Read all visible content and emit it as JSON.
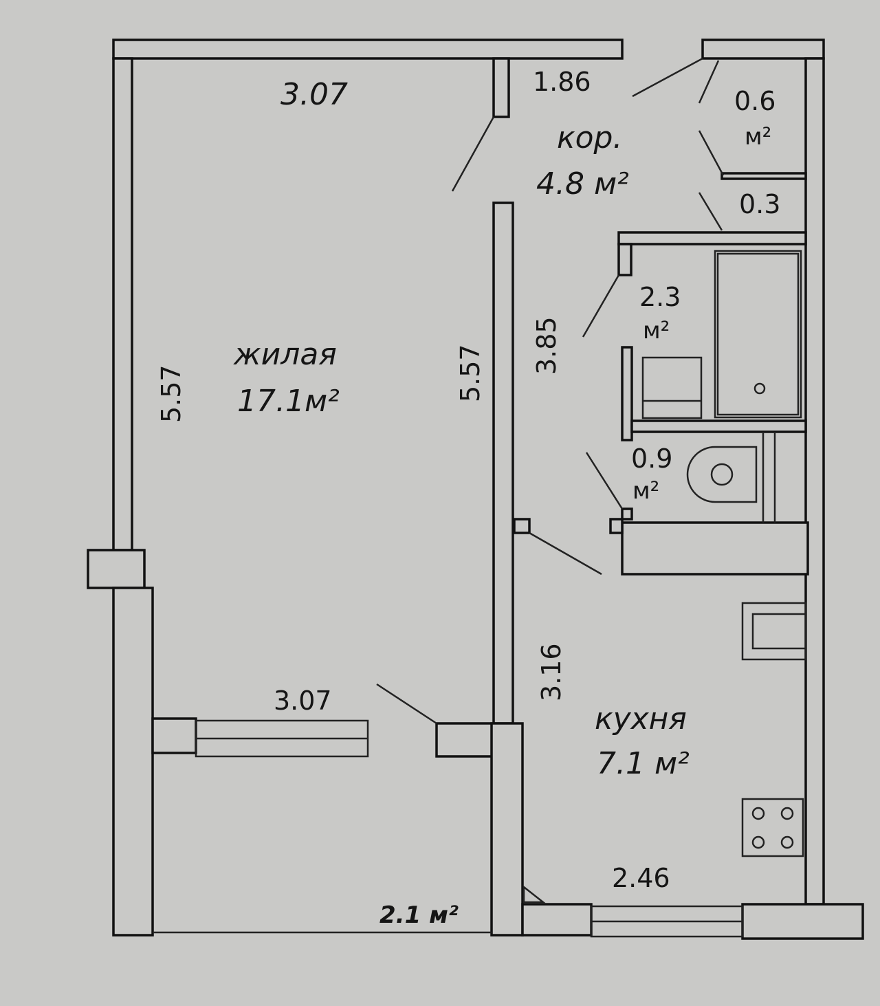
{
  "rooms": {
    "living": {
      "name": "жилая",
      "area": "17.1м²"
    },
    "corridor": {
      "name": "кор.",
      "area": "4.8 м²"
    },
    "kitchen": {
      "name": "кухня",
      "area": "7.1 м²"
    },
    "closet": {
      "area_value": "0.6",
      "area_unit": "м²"
    },
    "bathroom": {
      "area_value": "2.3",
      "area_unit": "м²"
    },
    "toilet": {
      "area_value": "0.9",
      "area_unit": "м²"
    },
    "balcony": {
      "area": "2.1 м²"
    }
  },
  "dimensions": {
    "living_top": "3.07",
    "living_bottom": "3.07",
    "living_left": "5.57",
    "living_right": "5.57",
    "corridor_top": "1.86",
    "corridor_right_side": "3.85",
    "niche": "0.3",
    "kitchen_left": "3.16",
    "kitchen_bottom": "2.46"
  }
}
